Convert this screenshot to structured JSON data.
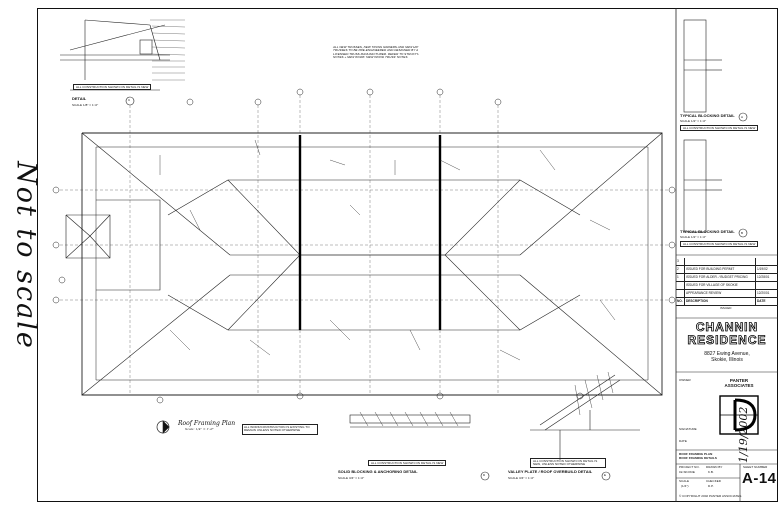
{
  "stamp": {
    "text": "Not to scale"
  },
  "notes": {
    "trusses": "ALL NEW TRUSSES, NEW TRUSS GIRDERS AND NEW HIP TRUSSES TO BE PRE-ENGINEERED AND DESIGNED BY A LICENSED TRUSS MANUFACTURER. REFER TO STRUCT'L NOTES + NEW WORK 'NEW WOOD TRUSS' NOTES",
    "detail_c_note": "ALL CONSTRUCTION SHOWN ON DETAIL IS NEW",
    "plan_note": "ALL WORK/CONSTRUCTION IS EXISTING TO REMAIN UNLESS NOTED OTHERWISE",
    "detail_d_note": "ALL CONSTRUCTION SHOWN ON DETAIL IS NEW",
    "detail_e_note": "ALL CONSTRUCTION SHOWN ON DETAIL IS NEW, UNLESS NOTED OTHERWISE",
    "detail_a_note": "ALL CONSTRUCTION SHOWN ON DETAIL IS NEW",
    "detail_b_note": "ALL CONSTRUCTION SHOWN ON DETAIL IS NEW"
  },
  "details": {
    "c": {
      "title": "DETAIL",
      "ref": "C",
      "scale": "SCALE 1/8\" = 1'-0\""
    },
    "plan": {
      "title": "Roof Framing Plan",
      "scale": "Scale: 1/4\" = 1'-0\""
    },
    "d": {
      "title": "SOLID BLOCKING & ANCHORING DETAIL",
      "ref": "D",
      "scale": "SCALE 3/4\" = 1'-0\""
    },
    "e": {
      "title": "VALLEY PLATE / ROOF OVERBUILD DETAIL",
      "ref": "E",
      "scale": "SCALE 3/4\" = 1'-0\""
    },
    "a": {
      "title": "TYPICAL BLOCKING DETAIL",
      "ref": "A",
      "scale": "SCALE 1/2\" = 1'-0\""
    },
    "b": {
      "title": "TYPICAL BLOCKING DETAIL",
      "ref": "B",
      "scale": "SCALE 1/2\" = 1'-0\""
    }
  },
  "revisions": {
    "rows": [
      {
        "no": "3",
        "desc": "",
        "date": ""
      },
      {
        "no": "2",
        "desc": "ISSUED FOR BUILDING PERMIT",
        "date": "1/19/02"
      },
      {
        "no": "1",
        "desc": "ISSUED FOR ALDER. / BUDGET PRICING",
        "date": "12/28/01"
      },
      {
        "no": "",
        "desc": "ISSUED FOR VILLAGE OF SKOKIE",
        "date": ""
      },
      {
        "no": "",
        "desc": "APPEARANCE REVIEW",
        "date": "12/20/01"
      }
    ],
    "header": {
      "no": "NO.",
      "desc": "DESCRIPTION",
      "date": "DATE"
    },
    "label": "ISSUED"
  },
  "project": {
    "name_line1": "CHANNIN",
    "name_line2": "RESIDENCE",
    "address": "8827 Ewing Avenue,",
    "city": "Skokie, Illinois"
  },
  "firm": {
    "owner_label": "OWNER",
    "name": "PANTER ASSOCIATES",
    "signature_label": "SIGNATURE",
    "date_label": "DATE",
    "title_line1": "ROOF FRAMING PLAN",
    "title_line2": "ROOF FRAMING DETAILS"
  },
  "sheet": {
    "project_no_label": "PROJECT NO.",
    "project_no": "02-SKOKIE",
    "drawn_label": "DRAWN BY",
    "drawn": "K.B.",
    "scale_label": "SCALE",
    "scale": "(1/4\")",
    "checked_label": "CHECKED",
    "checked": "D.P.",
    "number_label": "SHEET NUMBER",
    "number": "A-14",
    "copyright": "© COPYRIGHT 2002 PANTER ASSOCIATES"
  },
  "margin_date": "1/19/2002"
}
